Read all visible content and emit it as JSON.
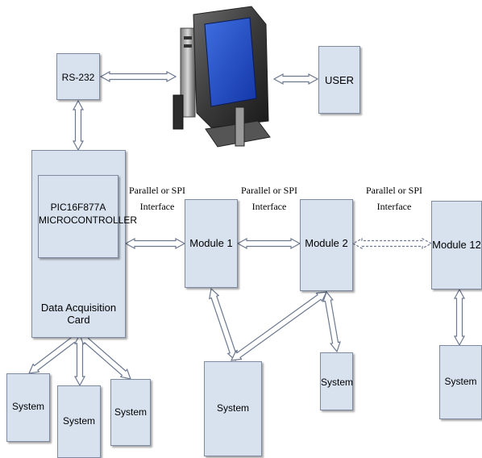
{
  "nodes": {
    "rs232": "RS-232",
    "user": "USER",
    "microcontroller": [
      "PIC16F877A",
      "MICROCONTROLLER"
    ],
    "daq_card": "Data Acquisition Card",
    "module1": "Module 1",
    "module2": "Module 2",
    "module12": "Module 12",
    "system": "System"
  },
  "interfaces": {
    "link_daq_module1": [
      "Parallel or SPI",
      "Interface"
    ],
    "link_module1_module2": [
      "Parallel or SPI",
      "Interface"
    ],
    "link_module2_module12": [
      "Parallel or SPI",
      "Interface"
    ]
  },
  "colors": {
    "box_fill": "#d8e2ef",
    "box_border": "#7d8aa0",
    "arrow_fill": "#ffffff",
    "arrow_stroke": "#6b7890"
  },
  "icons": {
    "computer": "desktop-computer-icon"
  }
}
